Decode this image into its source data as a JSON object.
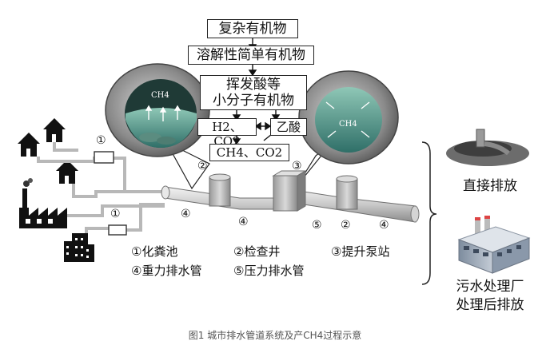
{
  "process": {
    "step1": "复杂有机物",
    "step2": "溶解性简单有机物",
    "step3_line1": "挥发酸等",
    "step3_line2": "小分子有机物",
    "h2_co2": "H2、CO2",
    "acetic_acid": "乙酸",
    "ch4_co2": "CH4、CO2"
  },
  "pipe_labels": {
    "inspection_top": "②",
    "pump_top": "③",
    "gravity_a": "④",
    "gravity_b": "④",
    "pressure": "⑤",
    "inspection_bottom": "②",
    "gravity_c": "④",
    "septic_upper": "①",
    "septic_lower": "①"
  },
  "gas_labels": {
    "left_bubble": "CH4",
    "right_bubble": "CH4"
  },
  "legend": {
    "item1": "①化粪池",
    "item2": "②检查井",
    "item3": "③提升泵站",
    "item4": "④重力排水管",
    "item5": "⑤压力排水管"
  },
  "outputs": {
    "direct": "直接排放",
    "treated_line1": "污水处理厂",
    "treated_line2": "处理后排放"
  },
  "caption": "图1 城市排水管道系统及产CH4过程示意"
}
